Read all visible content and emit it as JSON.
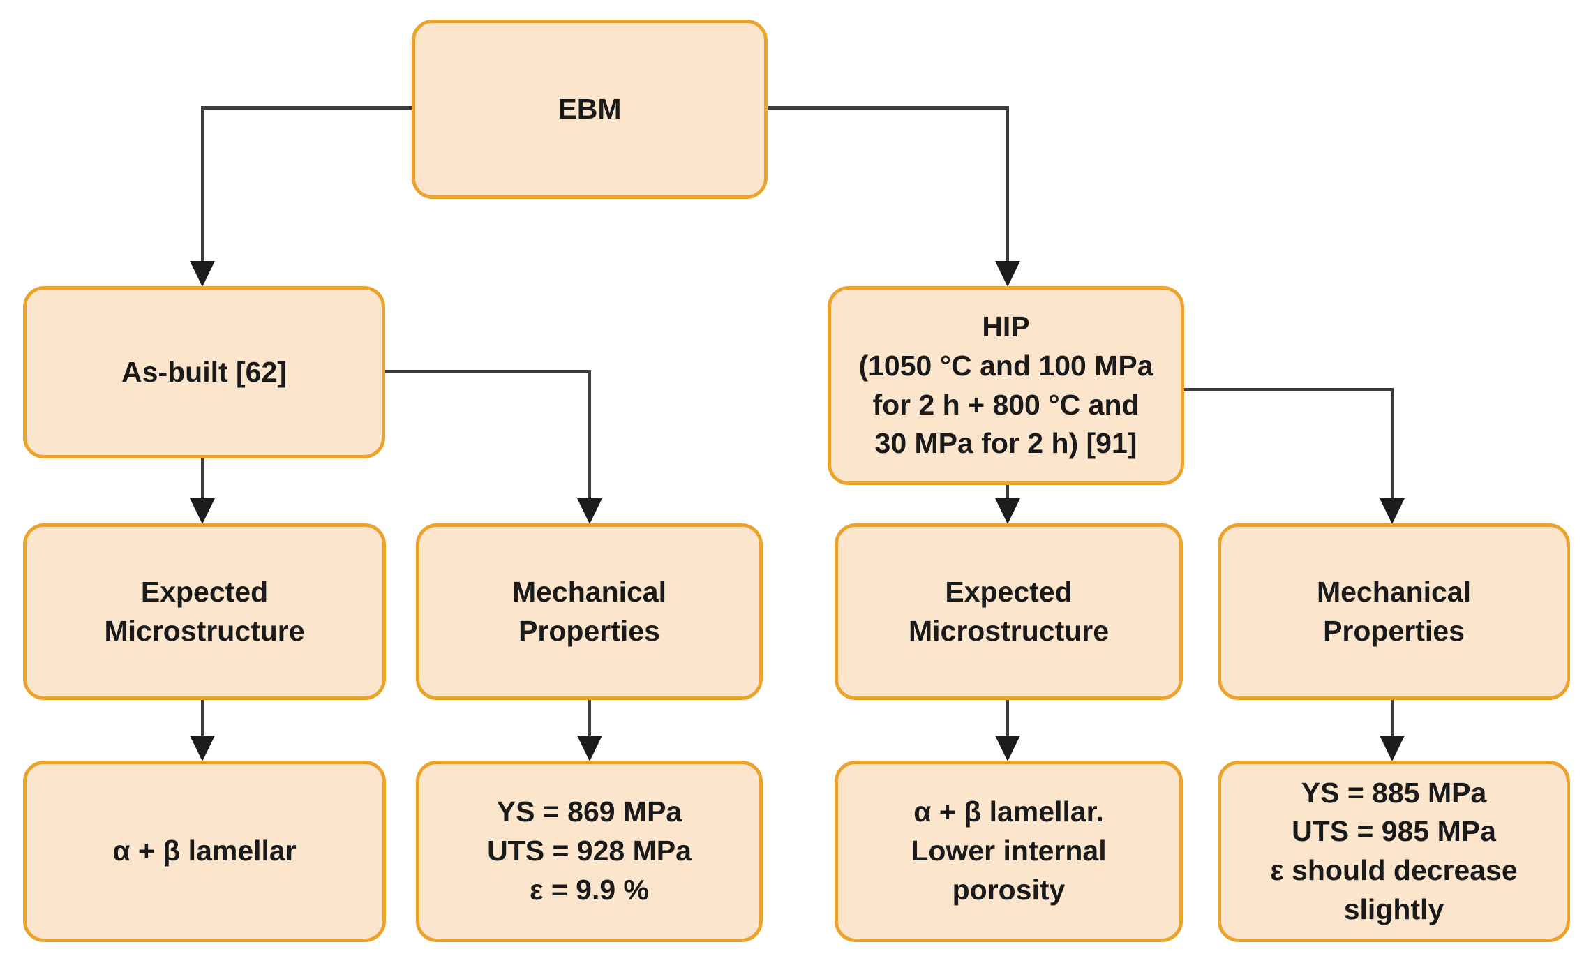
{
  "diagram": {
    "type": "flowchart",
    "nodes": {
      "ebm": {
        "label": "EBM"
      },
      "as_built": {
        "label": "As-built [62]"
      },
      "hip": {
        "label": "HIP\n(1050 °C and 100 MPa\nfor 2 h + 800 °C and\n30 MPa for 2 h) [91]"
      },
      "expected_microstructure_left": {
        "label": "Expected\nMicrostructure"
      },
      "mechanical_properties_left": {
        "label": "Mechanical\nProperties"
      },
      "expected_microstructure_right": {
        "label": "Expected\nMicrostructure"
      },
      "mechanical_properties_right": {
        "label": "Mechanical\nProperties"
      },
      "microstructure_result_as_built": {
        "label": "α + β lamellar"
      },
      "mechanical_result_as_built": {
        "label": "YS = 869 MPa\nUTS = 928 MPa\nε = 9.9 %"
      },
      "microstructure_result_hip": {
        "label": "α + β lamellar.\nLower internal\nporosity"
      },
      "mechanical_result_hip": {
        "label": "YS = 885 MPa\nUTS = 985 MPa\nε should decrease\nslightly"
      }
    },
    "edges": [
      {
        "from": "ebm",
        "to": "as_built"
      },
      {
        "from": "ebm",
        "to": "hip"
      },
      {
        "from": "as_built",
        "to": "expected_microstructure_left"
      },
      {
        "from": "as_built",
        "to": "mechanical_properties_left"
      },
      {
        "from": "hip",
        "to": "expected_microstructure_right"
      },
      {
        "from": "hip",
        "to": "mechanical_properties_right"
      },
      {
        "from": "expected_microstructure_left",
        "to": "microstructure_result_as_built"
      },
      {
        "from": "mechanical_properties_left",
        "to": "mechanical_result_as_built"
      },
      {
        "from": "expected_microstructure_right",
        "to": "microstructure_result_hip"
      },
      {
        "from": "mechanical_properties_right",
        "to": "mechanical_result_hip"
      }
    ],
    "colors": {
      "background": "#FFFFFF",
      "node_fill": "#FBE5CD",
      "node_border": "#EBA32B",
      "connector": "#3B3B3B",
      "arrow": "#1C1C1C",
      "text_color": "#1A1A1A"
    }
  }
}
